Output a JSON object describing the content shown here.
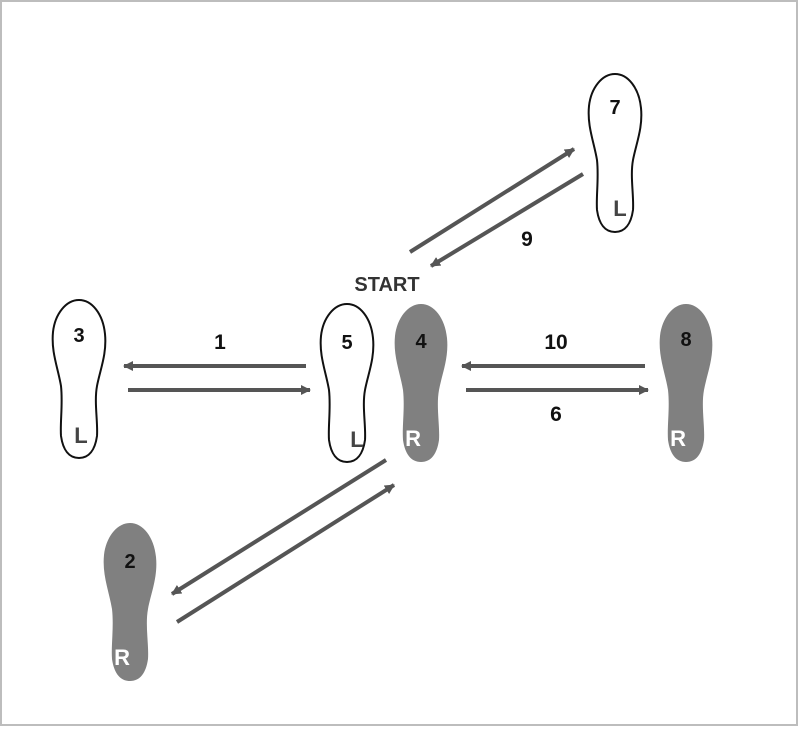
{
  "diagram": {
    "start_label": "START",
    "colors": {
      "left_foot_fill": "#ffffff",
      "left_foot_outline": "#111111",
      "right_foot_fill": "#808080",
      "arrow": "#555555",
      "border": "#bdbdbd"
    },
    "footprints": [
      {
        "id": "fp-3",
        "step": "3",
        "side": "L"
      },
      {
        "id": "fp-5",
        "step": "5",
        "side": "L"
      },
      {
        "id": "fp-7",
        "step": "7",
        "side": "L"
      },
      {
        "id": "fp-4",
        "step": "4",
        "side": "R"
      },
      {
        "id": "fp-8",
        "step": "8",
        "side": "R"
      },
      {
        "id": "fp-2",
        "step": "2",
        "side": "R"
      }
    ],
    "arrow_labels": [
      "1",
      "10",
      "6",
      "9"
    ]
  }
}
